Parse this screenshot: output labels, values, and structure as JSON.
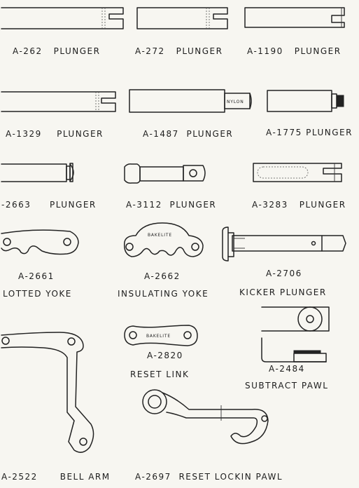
{
  "parts": [
    {
      "id": "a262",
      "number": "A-262",
      "name": "PLUNGER"
    },
    {
      "id": "a272",
      "number": "A-272",
      "name": "PLUNGER"
    },
    {
      "id": "a1190",
      "number": "A-1190",
      "name": "PLUNGER"
    },
    {
      "id": "a1329",
      "number": "A-1329",
      "name": "PLUNGER"
    },
    {
      "id": "a1487",
      "number": "A-1487",
      "name": "PLUNGER"
    },
    {
      "id": "a1775",
      "number": "A-1775",
      "name": "PLUNGER"
    },
    {
      "id": "a2663",
      "number": "-2663",
      "name": "PLUNGER"
    },
    {
      "id": "a3112",
      "number": "A-3112",
      "name": "PLUNGER"
    },
    {
      "id": "a3283",
      "number": "A-3283",
      "name": "PLUNGER"
    },
    {
      "id": "a2661",
      "number": "A-2661",
      "name": "LOTTED YOKE"
    },
    {
      "id": "a2662",
      "number": "A-2662",
      "name": "INSULATING YOKE"
    },
    {
      "id": "a2706",
      "number": "A-2706",
      "name": "KICKER PLUNGER"
    },
    {
      "id": "a2820",
      "number": "A-2820",
      "name": "RESET LINK"
    },
    {
      "id": "a2484",
      "number": "A-2484",
      "name": "SUBTRACT PAWL"
    },
    {
      "id": "a2522",
      "number": "A-2522",
      "name": "BELL ARM"
    },
    {
      "id": "a2697",
      "number": "A-2697",
      "name": "RESET LOCKIN PAWL"
    }
  ],
  "drawing_text": {
    "nylon": "NYLON",
    "bakelite_yoke": "BAKELITE",
    "bakelite_link": "BAKELITE"
  }
}
